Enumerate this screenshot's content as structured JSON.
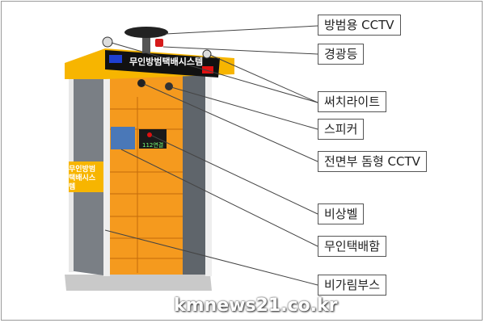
{
  "title_sign": "무인방범택배시스템",
  "side_sign": "무인방범택배시스템",
  "screen_text": "112연결",
  "labels": [
    "방범용 CCTV",
    "경광등",
    "써치라이트",
    "스피커",
    "전면부 돔형 CCTV",
    "비상벨",
    "무인택배함",
    "비가림부스"
  ],
  "watermark": "kmnews21.co.kr",
  "colors": {
    "orange": "#f59a1e",
    "yellow": "#f7b500",
    "sign": "#111111"
  }
}
